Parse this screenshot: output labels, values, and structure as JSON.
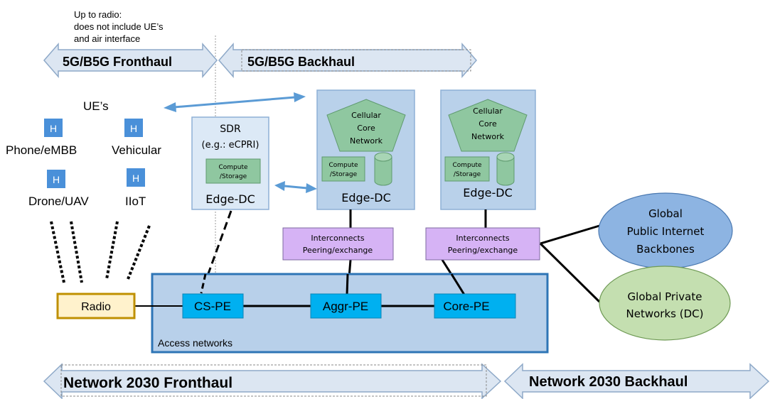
{
  "top_note": {
    "line1": "Up to radio:",
    "line2": "does not include UE’s",
    "line3": "and air interface"
  },
  "arrows": {
    "fronthaul_5g": "5G/B5G Fronthaul",
    "backhaul_5g": "5G/B5G Backhaul",
    "fronthaul_2030": "Network 2030 Fronthaul",
    "backhaul_2030": "Network 2030 Backhaul"
  },
  "ue": {
    "title": "UE’s",
    "host_badge": "H",
    "phone": "Phone/eMBB",
    "vehicular": "Vehicular",
    "drone": "Drone/UAV",
    "iiot": "IIoT"
  },
  "sdr_dc": {
    "title": "SDR",
    "subtitle": "(e.g.: eCPRI)",
    "compute_line1": "Compute",
    "compute_line2": "/Storage",
    "label": "Edge-DC"
  },
  "edge_dc_1": {
    "core_line1": "Cellular",
    "core_line2": "Core",
    "core_line3": "Network",
    "compute_line1": "Compute",
    "compute_line2": "/Storage",
    "label": "Edge-DC"
  },
  "edge_dc_2": {
    "core_line1": "Cellular",
    "core_line2": "Core",
    "core_line3": "Network",
    "compute_line1": "Compute",
    "compute_line2": "/Storage",
    "label": "Edge-DC"
  },
  "interconnect_1": {
    "line1": "Interconnects",
    "line2": "Peering/exchange"
  },
  "interconnect_2": {
    "line1": "Interconnects",
    "line2": "Peering/exchange"
  },
  "internet": {
    "line1": "Global",
    "line2": "Public Internet",
    "line3": "Backbones"
  },
  "private_net": {
    "line1": "Global Private",
    "line2": "Networks (DC)"
  },
  "access": {
    "radio": "Radio",
    "cs_pe": "CS-PE",
    "aggr_pe": "Aggr-PE",
    "core_pe": "Core-PE",
    "label": "Access networks"
  },
  "colors": {
    "arrow_fill": "#dce6f2",
    "arrow_stroke": "#8ea9c8",
    "dc_fill": "#b9d1ea",
    "dc_stroke": "#8eb0d6",
    "core_fill": "#8fc7a0",
    "interconnect_fill": "#d6b3f5",
    "pe_fill": "#00b0f0",
    "access_fill": "#b8d0ea",
    "access_stroke": "#2e75b6",
    "radio_fill": "#fff2cc",
    "radio_stroke": "#bf9000",
    "internet_fill": "#8db4e2",
    "private_fill": "#c4dfb0",
    "host_fill": "#4a90d9"
  }
}
